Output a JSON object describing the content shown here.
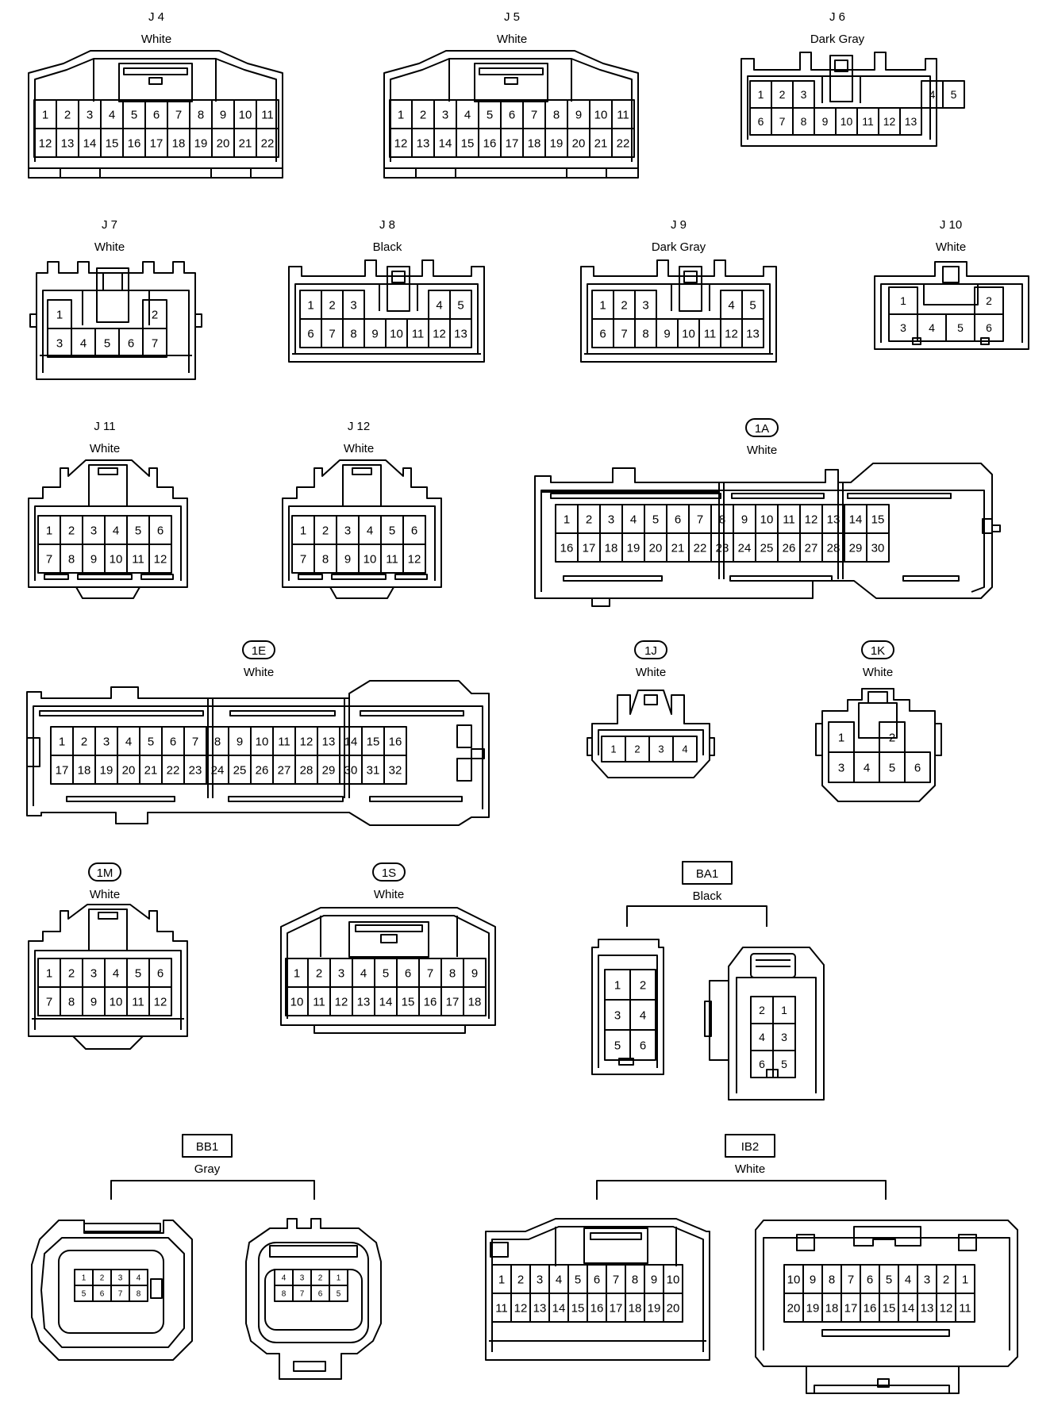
{
  "connectors": [
    {
      "id": "j4",
      "code": "J 4",
      "color": "White",
      "badge": "plain",
      "rows": [
        [
          1,
          2,
          3,
          4,
          5,
          6,
          7,
          8,
          9,
          10,
          11
        ],
        [
          12,
          13,
          14,
          15,
          16,
          17,
          18,
          19,
          20,
          21,
          22
        ]
      ]
    },
    {
      "id": "j5",
      "code": "J 5",
      "color": "White",
      "badge": "plain",
      "rows": [
        [
          1,
          2,
          3,
          4,
          5,
          6,
          7,
          8,
          9,
          10,
          11
        ],
        [
          12,
          13,
          14,
          15,
          16,
          17,
          18,
          19,
          20,
          21,
          22
        ]
      ]
    },
    {
      "id": "j6",
      "code": "J 6",
      "color": "Dark Gray",
      "badge": "plain",
      "rows": [
        [
          1,
          2,
          3,
          "",
          "",
          "",
          "",
          "",
          4,
          5
        ],
        [
          6,
          7,
          8,
          9,
          10,
          11,
          12,
          13
        ]
      ]
    },
    {
      "id": "j7",
      "code": "J 7",
      "color": "White",
      "badge": "plain",
      "rows": [
        [
          1,
          "",
          "",
          "",
          2
        ],
        [
          3,
          4,
          5,
          6,
          7
        ]
      ]
    },
    {
      "id": "j8",
      "code": "J 8",
      "color": "Black",
      "badge": "plain",
      "rows": [
        [
          1,
          2,
          3,
          "",
          "",
          "",
          4,
          5
        ],
        [
          6,
          7,
          8,
          9,
          10,
          11,
          12,
          13
        ]
      ]
    },
    {
      "id": "j9",
      "code": "J 9",
      "color": "Dark Gray",
      "badge": "plain",
      "rows": [
        [
          1,
          2,
          3,
          "",
          "",
          "",
          4,
          5
        ],
        [
          6,
          7,
          8,
          9,
          10,
          11,
          12,
          13
        ]
      ]
    },
    {
      "id": "j10",
      "code": "J 10",
      "color": "White",
      "badge": "plain",
      "rows": [
        [
          1,
          "",
          "",
          2
        ],
        [
          3,
          4,
          5,
          6
        ]
      ]
    },
    {
      "id": "j11",
      "code": "J 11",
      "color": "White",
      "badge": "plain",
      "rows": [
        [
          1,
          2,
          3,
          4,
          5,
          6
        ],
        [
          7,
          8,
          9,
          10,
          11,
          12
        ]
      ]
    },
    {
      "id": "j12",
      "code": "J 12",
      "color": "White",
      "badge": "plain",
      "rows": [
        [
          1,
          2,
          3,
          4,
          5,
          6
        ],
        [
          7,
          8,
          9,
          10,
          11,
          12
        ]
      ]
    },
    {
      "id": "c1a",
      "code": "1A",
      "color": "White",
      "badge": "oval",
      "rows": [
        [
          1,
          2,
          3,
          4,
          5,
          6,
          7,
          8,
          9,
          10,
          11,
          12,
          13,
          14,
          15
        ],
        [
          16,
          17,
          18,
          19,
          20,
          21,
          22,
          23,
          24,
          25,
          26,
          27,
          28,
          29,
          30
        ]
      ]
    },
    {
      "id": "c1e",
      "code": "1E",
      "color": "White",
      "badge": "oval",
      "rows": [
        [
          1,
          2,
          3,
          4,
          5,
          6,
          7,
          8,
          9,
          10,
          11,
          12,
          13,
          14,
          15,
          16
        ],
        [
          17,
          18,
          19,
          20,
          21,
          22,
          23,
          24,
          25,
          26,
          27,
          28,
          29,
          30,
          31,
          32
        ]
      ]
    },
    {
      "id": "c1j",
      "code": "1J",
      "color": "White",
      "badge": "oval",
      "rows": [
        [
          1,
          2,
          3,
          4
        ]
      ]
    },
    {
      "id": "c1k",
      "code": "1K",
      "color": "White",
      "badge": "oval",
      "rows": [
        [
          1,
          "",
          2
        ],
        [
          3,
          4,
          5,
          6
        ]
      ]
    },
    {
      "id": "c1m",
      "code": "1M",
      "color": "White",
      "badge": "oval",
      "rows": [
        [
          1,
          2,
          3,
          4,
          5,
          6
        ],
        [
          7,
          8,
          9,
          10,
          11,
          12
        ]
      ]
    },
    {
      "id": "c1s",
      "code": "1S",
      "color": "White",
      "badge": "oval",
      "rows": [
        [
          1,
          2,
          3,
          4,
          5,
          6,
          7,
          8,
          9
        ],
        [
          10,
          11,
          12,
          13,
          14,
          15,
          16,
          17,
          18
        ]
      ]
    },
    {
      "id": "ba1",
      "code": "BA1",
      "color": "Black",
      "badge": "box",
      "halves": [
        {
          "rows": [
            [
              1,
              2
            ],
            [
              3,
              4
            ],
            [
              5,
              6
            ]
          ]
        },
        {
          "rows": [
            [
              2,
              1
            ],
            [
              4,
              3
            ],
            [
              6,
              5
            ]
          ]
        }
      ]
    },
    {
      "id": "bb1",
      "code": "BB1",
      "color": "Gray",
      "badge": "box",
      "halves": [
        {
          "rows": [
            [
              1,
              2,
              3,
              4
            ],
            [
              5,
              6,
              7,
              8
            ]
          ]
        },
        {
          "rows": [
            [
              4,
              3,
              2,
              1
            ],
            [
              8,
              7,
              6,
              5
            ]
          ]
        }
      ]
    },
    {
      "id": "ib2",
      "code": "IB2",
      "color": "White",
      "badge": "box",
      "halves": [
        {
          "rows": [
            [
              1,
              2,
              3,
              4,
              5,
              6,
              7,
              8,
              9,
              10
            ],
            [
              11,
              12,
              13,
              14,
              15,
              16,
              17,
              18,
              19,
              20
            ]
          ]
        },
        {
          "rows": [
            [
              10,
              9,
              8,
              7,
              6,
              5,
              4,
              3,
              2,
              1
            ],
            [
              20,
              19,
              18,
              17,
              16,
              15,
              14,
              13,
              12,
              11
            ]
          ]
        }
      ]
    }
  ]
}
